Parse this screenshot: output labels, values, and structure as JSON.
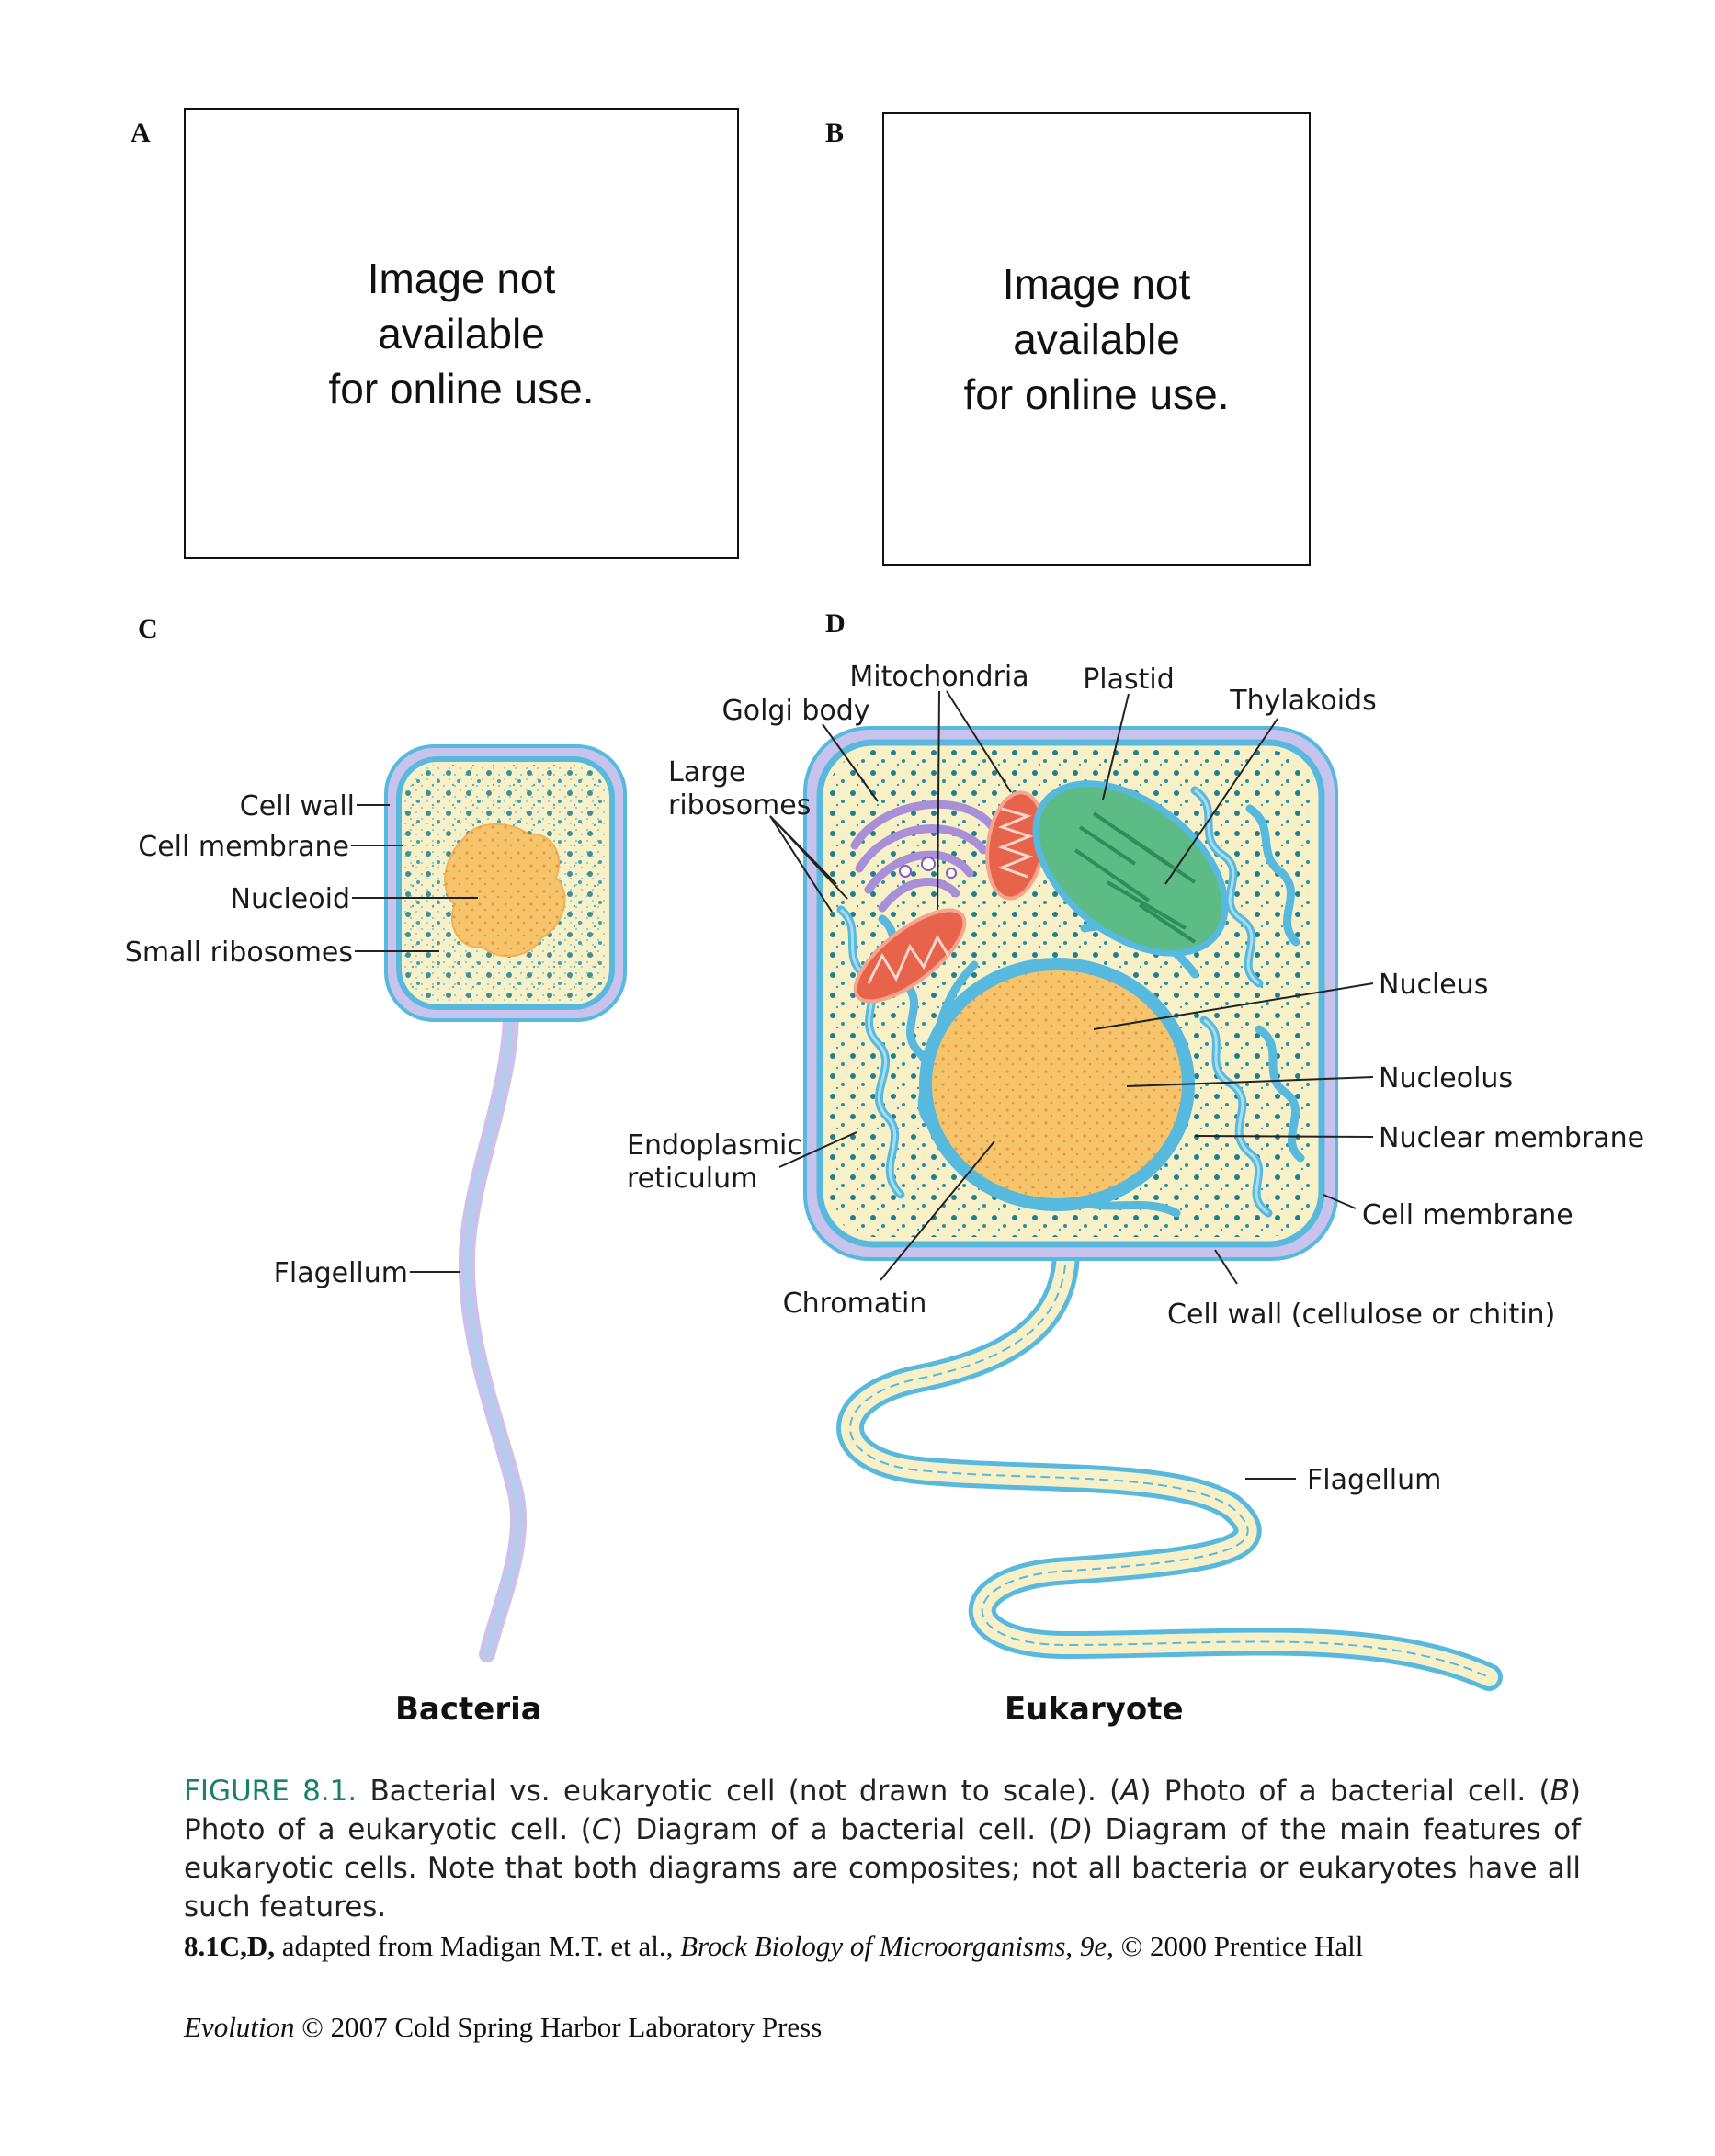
{
  "panels": {
    "a": {
      "letter": "A",
      "placeholder": "Image not\navailable\nfor online use."
    },
    "b": {
      "letter": "B",
      "placeholder": "Image not\navailable\nfor online use."
    },
    "c": {
      "letter": "C",
      "title": "Bacteria"
    },
    "d": {
      "letter": "D",
      "title": "Eukaryote"
    }
  },
  "bacteria_labels": {
    "cell_wall": "Cell wall",
    "cell_membrane": "Cell membrane",
    "nucleoid": "Nucleoid",
    "small_ribosomes": "Small ribosomes",
    "flagellum": "Flagellum"
  },
  "eukaryote_labels": {
    "mitochondria": "Mitochondria",
    "plastid": "Plastid",
    "golgi_body": "Golgi body",
    "thylakoids": "Thylakoids",
    "large_ribosomes_1": "Large",
    "large_ribosomes_2": "ribosomes",
    "nucleus": "Nucleus",
    "nucleolus": "Nucleolus",
    "nuclear_membrane": "Nuclear membrane",
    "endoplasmic_1": "Endoplasmic",
    "endoplasmic_2": "reticulum",
    "cell_membrane": "Cell membrane",
    "chromatin": "Chromatin",
    "cell_wall": "Cell wall (cellulose or chitin)",
    "flagellum": "Flagellum"
  },
  "caption": {
    "figure_label": "FIGURE 8.1.",
    "text_1": " Bacterial vs. eukaryotic cell (not drawn to scale). (",
    "a": "A",
    "text_2": ") Photo of a bacterial cell. (",
    "b": "B",
    "text_3": ") Photo of a eukaryotic cell. (",
    "c": "C",
    "text_4": ") Diagram of a bacterial cell. (",
    "d": "D",
    "text_5": ") Diagram of the main features of eukaryotic cells. Note that both diagrams are composites; not all bacteria or eukaryotes have all such features."
  },
  "credit": {
    "bold": "8.1C,D,",
    "text_1": " adapted from Madigan M.T. et al., ",
    "italic": "Brock Biology of Microorganisms",
    "text_2": ", ",
    "edition": "9e",
    "text_3": ", © 2000 Prentice Hall"
  },
  "footer": {
    "italic": "Evolution",
    "text": " © 2007 Cold Spring Harbor Laboratory Press"
  },
  "colors": {
    "wall": "#c8c3ec",
    "membrane": "#58b9df",
    "cytoplasm": "#f8f1c8",
    "nucleoid": "#f6c46a",
    "ribosome": "#1f7f92",
    "mitochondria": "#e8634b",
    "plastid": "#5dbb85",
    "golgi": "#a98ed8",
    "caption_accent": "#1a7f6b"
  }
}
